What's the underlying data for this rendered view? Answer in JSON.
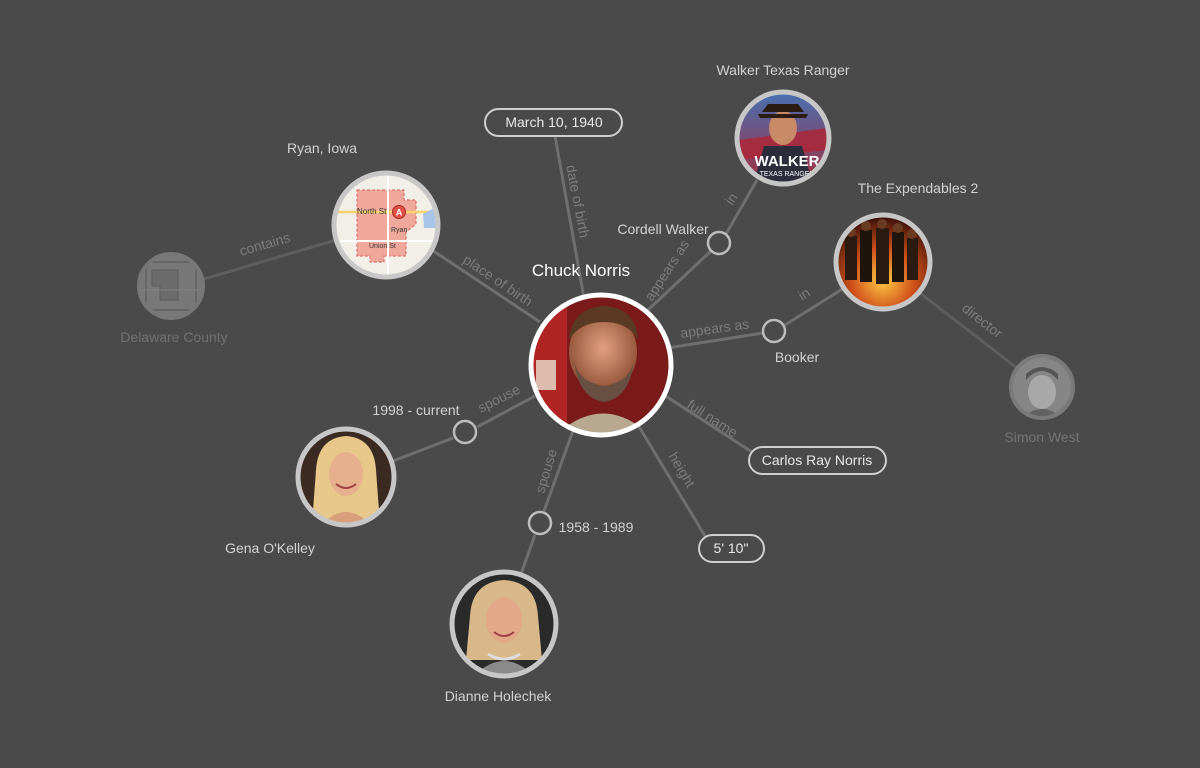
{
  "nodes": {
    "center": {
      "name": "Chuck Norris"
    },
    "place": {
      "name": "Ryan, Iowa",
      "map_labels": [
        "North St",
        "Union St",
        "Ryan",
        "A"
      ]
    },
    "county": {
      "name": "Delaware County"
    },
    "show": {
      "name": "Walker Texas Ranger",
      "poster_title": "WALKER",
      "poster_subtitle": "TEXAS RANGER"
    },
    "film": {
      "name": "The Expendables 2"
    },
    "director": {
      "name": "Simon West"
    },
    "spouse1": {
      "name": "Gena O'Kelley"
    },
    "spouse2": {
      "name": "Dianne Holechek"
    }
  },
  "literals": {
    "birth_date": "March 10, 1940",
    "full_name": "Carlos Ray Norris",
    "height": "5' 10\""
  },
  "hubs": {
    "role_walker": "Cordell Walker",
    "role_booker": "Booker",
    "marriage1_period": "1998 - current",
    "marriage2_period": "1958 - 1989"
  },
  "edges": {
    "date_of_birth": "date of birth",
    "place_of_birth": "place of birth",
    "contains": "contains",
    "appears_as_1": "appears as",
    "in_1": "in",
    "appears_as_2": "appears as",
    "in_2": "in",
    "director": "director",
    "full_name": "full name",
    "height": "height",
    "spouse_1": "spouse",
    "spouse_2": "spouse"
  },
  "colors": {
    "background": "#4a4a4a",
    "edge": "#6f6f6f",
    "edge_label": "#7c7c7c",
    "center_ring": "#ffffff",
    "node_ring": "#c7c7c7",
    "faded_ring": "#8a8a8a"
  }
}
